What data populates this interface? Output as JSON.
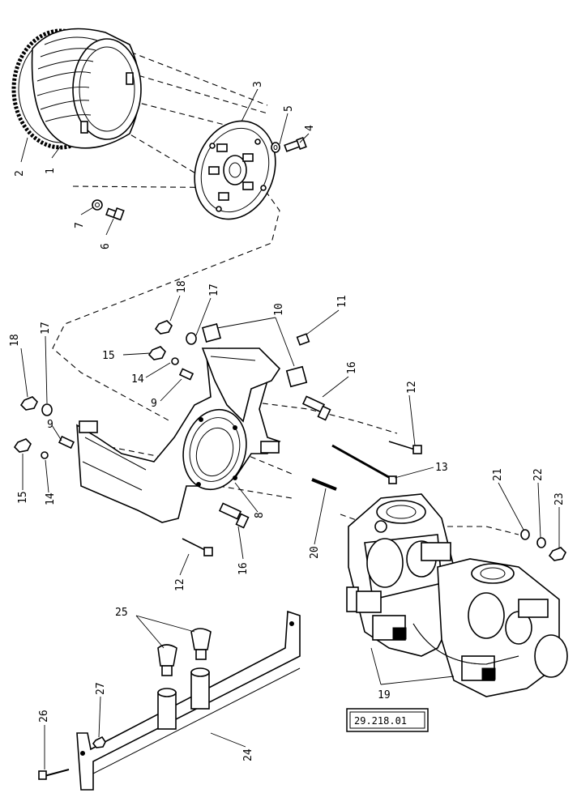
{
  "diagram": {
    "reference_box": "29.218.01",
    "callouts": [
      {
        "id": "c2",
        "text": "2"
      },
      {
        "id": "c1",
        "text": "1"
      },
      {
        "id": "c3",
        "text": "3"
      },
      {
        "id": "c5",
        "text": "5"
      },
      {
        "id": "c4",
        "text": "4"
      },
      {
        "id": "c7",
        "text": "7"
      },
      {
        "id": "c6",
        "text": "6"
      },
      {
        "id": "c18a",
        "text": "18"
      },
      {
        "id": "c17a",
        "text": "17"
      },
      {
        "id": "c10",
        "text": "10"
      },
      {
        "id": "c11",
        "text": "11"
      },
      {
        "id": "c15a",
        "text": "15"
      },
      {
        "id": "c14a",
        "text": "14"
      },
      {
        "id": "c16a",
        "text": "16"
      },
      {
        "id": "c9a",
        "text": "9"
      },
      {
        "id": "c18b",
        "text": "18"
      },
      {
        "id": "c17b",
        "text": "17"
      },
      {
        "id": "c12a",
        "text": "12"
      },
      {
        "id": "c9b",
        "text": "9"
      },
      {
        "id": "c15b",
        "text": "15"
      },
      {
        "id": "c14b",
        "text": "14"
      },
      {
        "id": "c13",
        "text": "13"
      },
      {
        "id": "c8",
        "text": "8"
      },
      {
        "id": "c20",
        "text": "20"
      },
      {
        "id": "c21",
        "text": "21"
      },
      {
        "id": "c22",
        "text": "22"
      },
      {
        "id": "c23",
        "text": "23"
      },
      {
        "id": "c12b",
        "text": "12"
      },
      {
        "id": "c16b",
        "text": "16"
      },
      {
        "id": "c25",
        "text": "25"
      },
      {
        "id": "c27",
        "text": "27"
      },
      {
        "id": "c19",
        "text": "19"
      },
      {
        "id": "c26",
        "text": "26"
      },
      {
        "id": "c24",
        "text": "24"
      }
    ]
  }
}
